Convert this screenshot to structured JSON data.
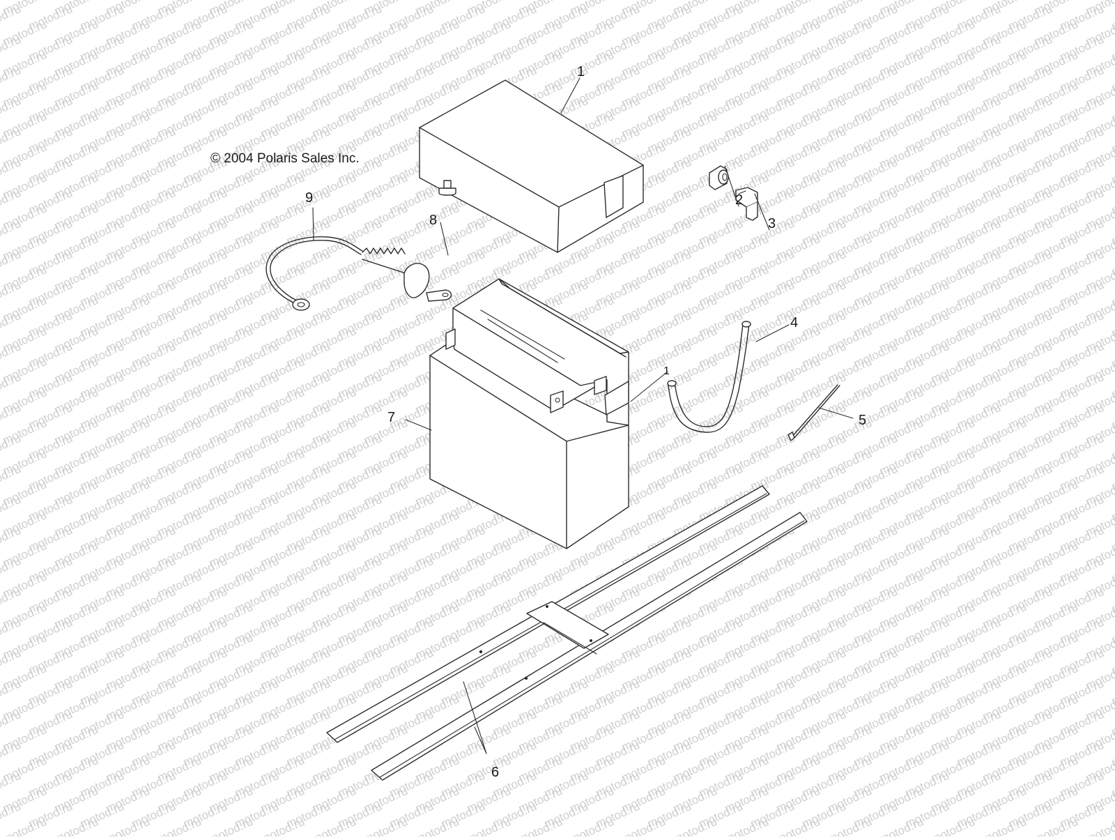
{
  "copyright": "© 2004 Polaris Sales Inc.",
  "watermark": "motod.ru",
  "callouts": {
    "c1": "1",
    "c2": "2",
    "c3": "3",
    "c4": "4",
    "c5": "5",
    "c6": "6",
    "c7": "7",
    "c8": "8",
    "c9": "9",
    "c1b": "1"
  },
  "colors": {
    "line": "#2b2b2b",
    "watermark": "#cfcfcf",
    "background": "#ffffff"
  }
}
